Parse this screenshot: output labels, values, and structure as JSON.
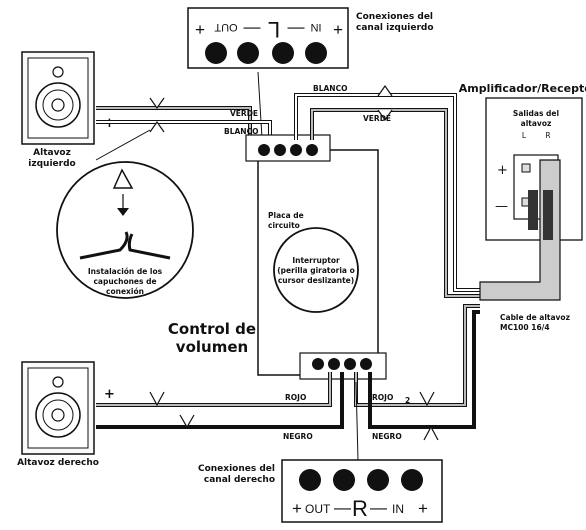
{
  "labels": {
    "left_connections": [
      "Conexiones del",
      "canal izquierdo"
    ],
    "right_connections": [
      "Conexiones del",
      "canal derecho"
    ],
    "amplifier": "Amplificador/Receptor",
    "amp_outputs": [
      "Salidas del",
      "altavoz"
    ],
    "amp_L": "L",
    "amp_R": "R",
    "left_speaker": [
      "Altavoz",
      "izquierdo"
    ],
    "right_speaker": "Altavoz derecho",
    "circuit_board": [
      "Placa de",
      "circuito"
    ],
    "switch": [
      "Interruptor",
      "(perilla giratoria o",
      "cursor deslizante)"
    ],
    "volume_control": [
      "Control de",
      "volumen"
    ],
    "cap_install": [
      "Instalación de los",
      "capuchones de",
      "conexión"
    ],
    "cable": [
      "Cable de altavoz",
      "MC100 16/4"
    ],
    "wire_verde_left": "VERDE",
    "wire_blanco_left": "BLANCO",
    "wire_blanco_top": "BLANCO",
    "wire_verde_top": "VERDE",
    "wire_rojo_left": "ROJO",
    "wire_rojo_right": "ROJO",
    "wire_negro_left": "NEGRO",
    "wire_negro_right": "NEGRO",
    "wire_number": "2",
    "plus": "+",
    "minus": "—"
  },
  "left_terminal": [
    "+",
    "IN",
    "—",
    "L",
    "—",
    "OUT",
    "+"
  ],
  "right_terminal": [
    "+",
    "OUT",
    "—",
    "R",
    "—",
    "IN",
    "+"
  ]
}
